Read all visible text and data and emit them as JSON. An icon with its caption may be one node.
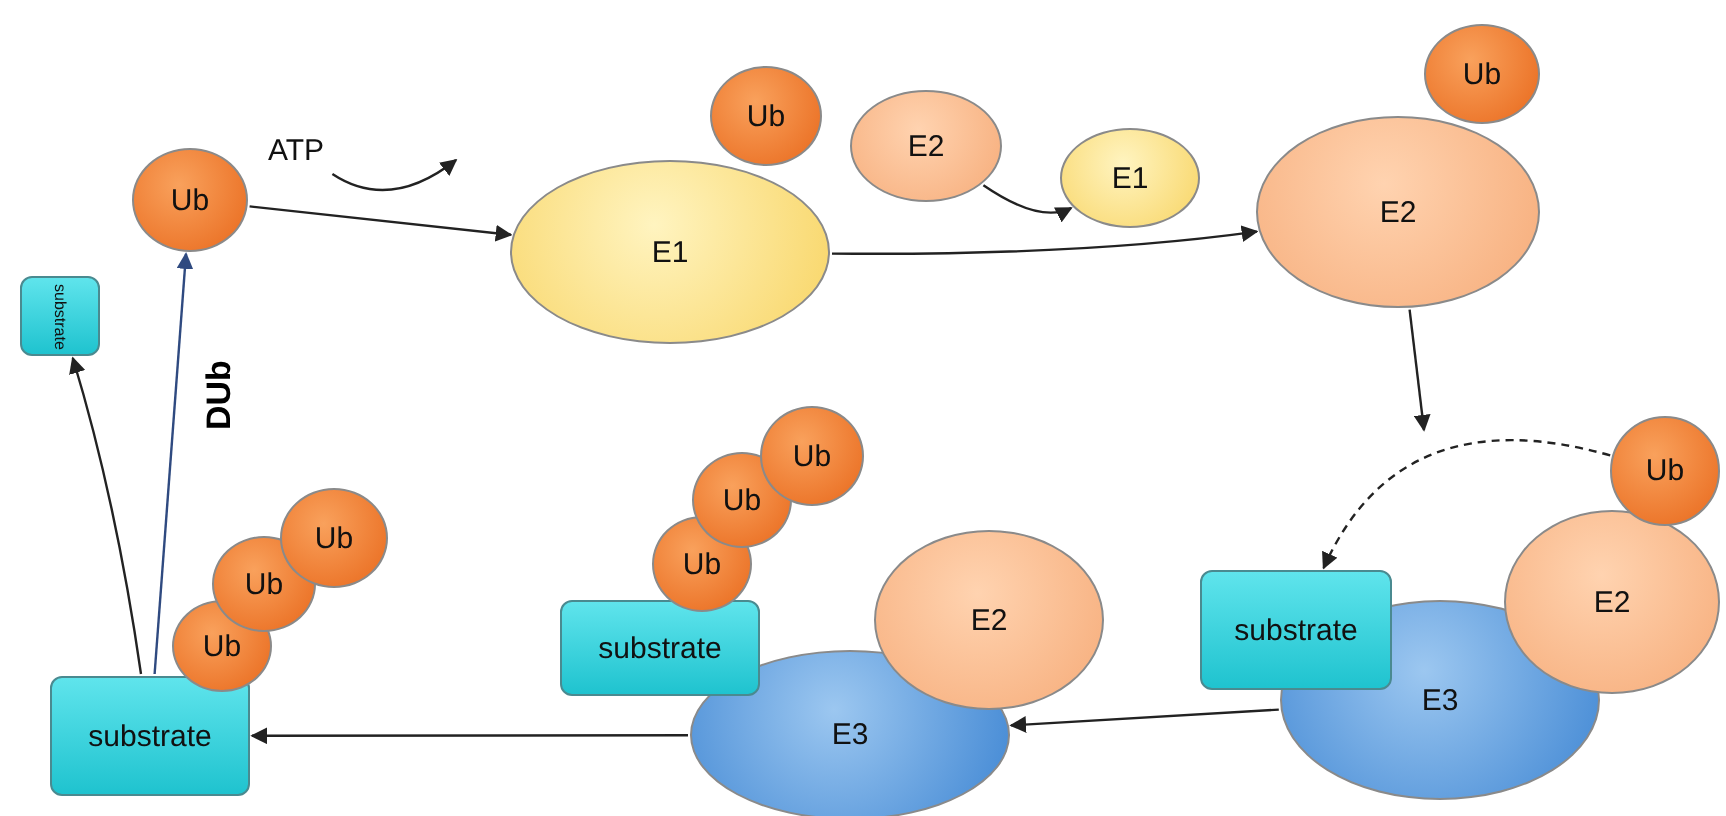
{
  "diagram": {
    "nodes": [
      {
        "text": [
          "Ub"
        ]
      },
      {
        "text": [
          "substrate"
        ]
      },
      {
        "text": [
          "ATP"
        ]
      },
      {
        "text": [
          "E1"
        ]
      },
      {
        "text": [
          "Ub"
        ]
      },
      {
        "text": [
          "E2"
        ]
      },
      {
        "text": [
          "E1"
        ]
      },
      {
        "text": [
          "E2"
        ]
      },
      {
        "text": [
          "Ub"
        ]
      },
      {
        "text": [
          "substrate"
        ]
      },
      {
        "text": [
          "E3"
        ]
      },
      {
        "text": [
          "E2"
        ]
      },
      {
        "text": [
          "Ub"
        ]
      },
      {
        "text": [
          "substrate"
        ]
      },
      {
        "text": [
          "E3"
        ]
      },
      {
        "text": [
          "E2"
        ]
      },
      {
        "text": [
          "Ub"
        ]
      },
      {
        "text": [
          "Ub"
        ]
      },
      {
        "text": [
          "Ub"
        ]
      },
      {
        "text": [
          "substrate"
        ]
      },
      {
        "text": [
          "Ub"
        ]
      },
      {
        "text": [
          "Ub"
        ]
      },
      {
        "text": [
          "Ub"
        ]
      }
    ],
    "edges": [
      {
        "from": 0,
        "to": 3,
        "arrow": "to"
      },
      {
        "from": 2,
        "to": null,
        "arrow": "to"
      },
      {
        "from": 3,
        "to": 7,
        "arrow": "to"
      },
      {
        "from": 5,
        "to": 6,
        "arrow": "to"
      },
      {
        "from": 7,
        "to": null,
        "arrow": "to"
      },
      {
        "from": 12,
        "to": 9,
        "arrow": "to",
        "style": "dashed"
      },
      {
        "from": 10,
        "to": 14,
        "arrow": "to"
      },
      {
        "from": 14,
        "to": 19,
        "arrow": "to"
      },
      {
        "from": 19,
        "to": 0,
        "arrow": "to",
        "label": "DUb",
        "color": "#2f4a80"
      },
      {
        "from": 19,
        "to": 1,
        "arrow": "to"
      }
    ]
  }
}
